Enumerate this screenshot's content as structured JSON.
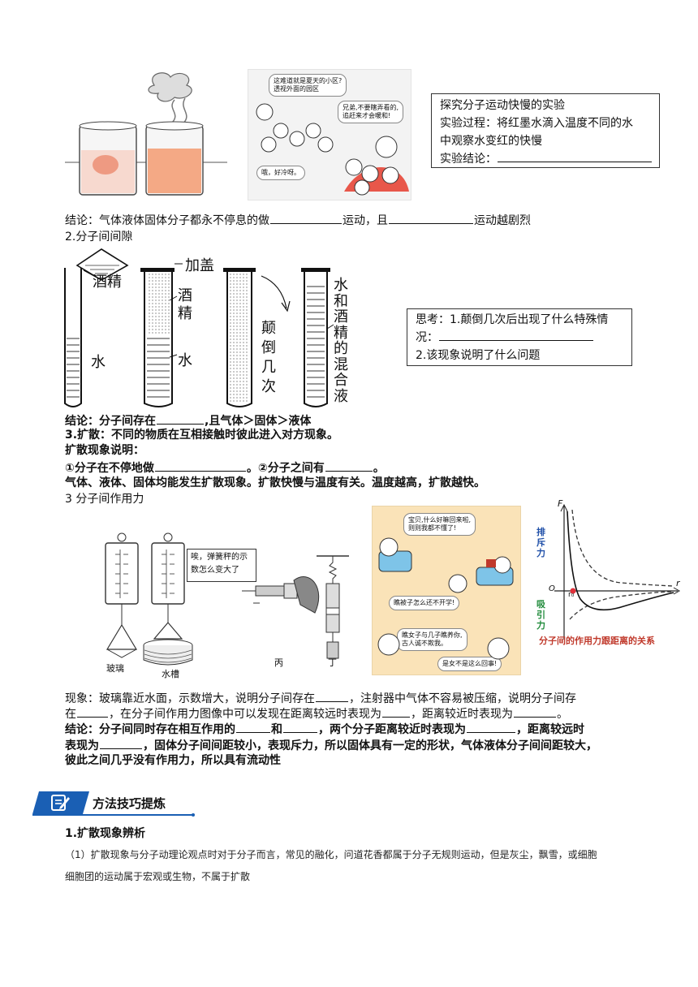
{
  "fig_labels": {
    "alcohol_top": "酒精",
    "cover": "加盖",
    "alcohol_col": "酒",
    "alcohol_col2": "精",
    "water": "水",
    "water2": "水",
    "invert": [
      "颠",
      "倒",
      "几",
      "次"
    ],
    "mix": [
      "水",
      "和",
      "酒",
      "精",
      "的",
      "混",
      "合",
      "液"
    ],
    "balance_bubble": [
      "唉，弹簧秤的示",
      "数怎么变大了"
    ],
    "glass": "玻璃",
    "tank": "水槽",
    "bing": "丙",
    "ding": "丁",
    "graph_title": "分子间的作用力跟距离的关系",
    "repulsion": [
      "排",
      "斥",
      "力"
    ],
    "attraction": [
      "吸",
      "引",
      "力"
    ],
    "axis_F": "F",
    "axis_r": "r",
    "axis_o": "O",
    "axis_r0": "r₀"
  },
  "box1": {
    "l1": "探究分子运动快慢的实验",
    "l2": "实验过程：将红墨水滴入温度不同的水",
    "l3": "中观察水变红的快慢",
    "l4": "实验结论："
  },
  "conclusion1": {
    "a": "结论：气体液体固体分子都永不停息的做",
    "b": "运动，且",
    "c": "运动越剧烈"
  },
  "heading2": "2.分子间间隙",
  "box2": {
    "l1": "思考：1.颠倒几次后出现了什么特殊情",
    "l2": "况：",
    "l3": "2.该现象说明了什么问题"
  },
  "conclusion2": {
    "a": "结论：分子间存在",
    "b": ",且气体＞固体＞液体"
  },
  "diffusion": {
    "title": "3.扩散：不同的物质在互相接触时彼此进入对方现象。",
    "subtitle": "扩散现象说明：",
    "pt1": "①分子在不停地做",
    "pt2": "。②分子之间有",
    "pt3": "。",
    "note": "气体、液体、固体均能发生扩散现象。扩散快慢与温度有关。温度越高，扩散越快。"
  },
  "heading3": "3  分子间作用力",
  "phenomenon": {
    "a": "现象：玻璃靠近水面，示数增大，说明分子间存在",
    "b": "，注射器中气体不容易被压缩，说明分子间存",
    "c": "在",
    "d": "，在分子间作用力图像中可以发现在距离较远时表现为",
    "e": "，距离较近时表现为",
    "f": "。"
  },
  "conclusion3": {
    "a": "结论：分子间同时存在相互作用的",
    "b": "和",
    "c": "，两个分子距离较近时表现为",
    "d": "，距离较远时",
    "e": "表现为",
    "f": "，固体分子间间距较小，表现斥力，所以固体具有一定的形状，气体液体分子间间距较大，",
    "g": "彼此之间几乎没有作用力，所以具有流动性"
  },
  "section_title": "方法技巧提炼",
  "sub1": "1.扩散现象辨析",
  "para1": {
    "l1": "（1）扩散现象与分子动理论观点时对于分子而言，常见的融化，问道花香都属于分子无规则运动，但是灰尘，飘雪，或细胞",
    "l2": "细胞团的运动属于宏观或生物，不属于扩散"
  },
  "cartoon_bubbles": {
    "c1": [
      "这难道就是夏天的小区?",
      "透视外面的园区"
    ],
    "c2": [
      "兄弟,不要瞎弄看的,",
      "追赶来才会暖和!"
    ],
    "c3": "哦，好冷呀。",
    "c4": [
      "宝贝,什么好嘛回来啦,",
      "则则我都不懂了!"
    ],
    "c5": "瞧被子怎么还不开学!",
    "c6": [
      "瞧女子与几子瞧养你,",
      "古人诚不欺我。"
    ],
    "c7": "是女不是这么回事!"
  },
  "colors": {
    "accent_blue": "#1a5fb4",
    "bar_light": "#3d8fe0",
    "red_dot": "#e0303a"
  }
}
